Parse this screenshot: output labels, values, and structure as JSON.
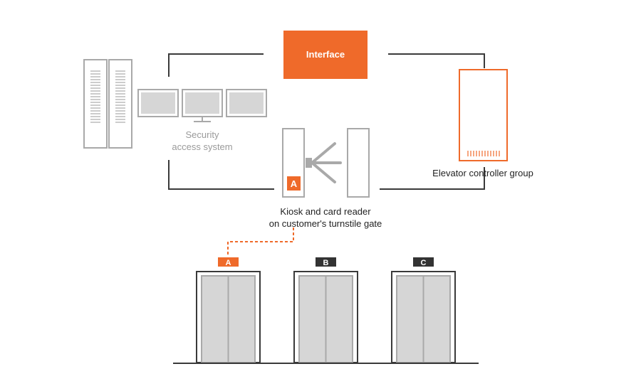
{
  "diagram": {
    "interface_label": "Interface",
    "security_label_line1": "Security",
    "security_label_line2": "access system",
    "elevator_controller_label": "Elevator controller group",
    "kiosk_label_line1": "Kiosk and card reader",
    "kiosk_label_line2": "on customer's turnstile gate",
    "kiosk_badge": "A",
    "elevators": [
      {
        "id": "A",
        "highlighted": true
      },
      {
        "id": "B",
        "highlighted": false
      },
      {
        "id": "C",
        "highlighted": false
      }
    ]
  },
  "colors": {
    "accent": "#ef6a2a",
    "line": "#3a3a3a",
    "gray_stroke": "#a9a9a9",
    "gray_fill": "#d6d6d6",
    "label_gray": "#9a9a9a",
    "badge_dark": "#333333"
  }
}
